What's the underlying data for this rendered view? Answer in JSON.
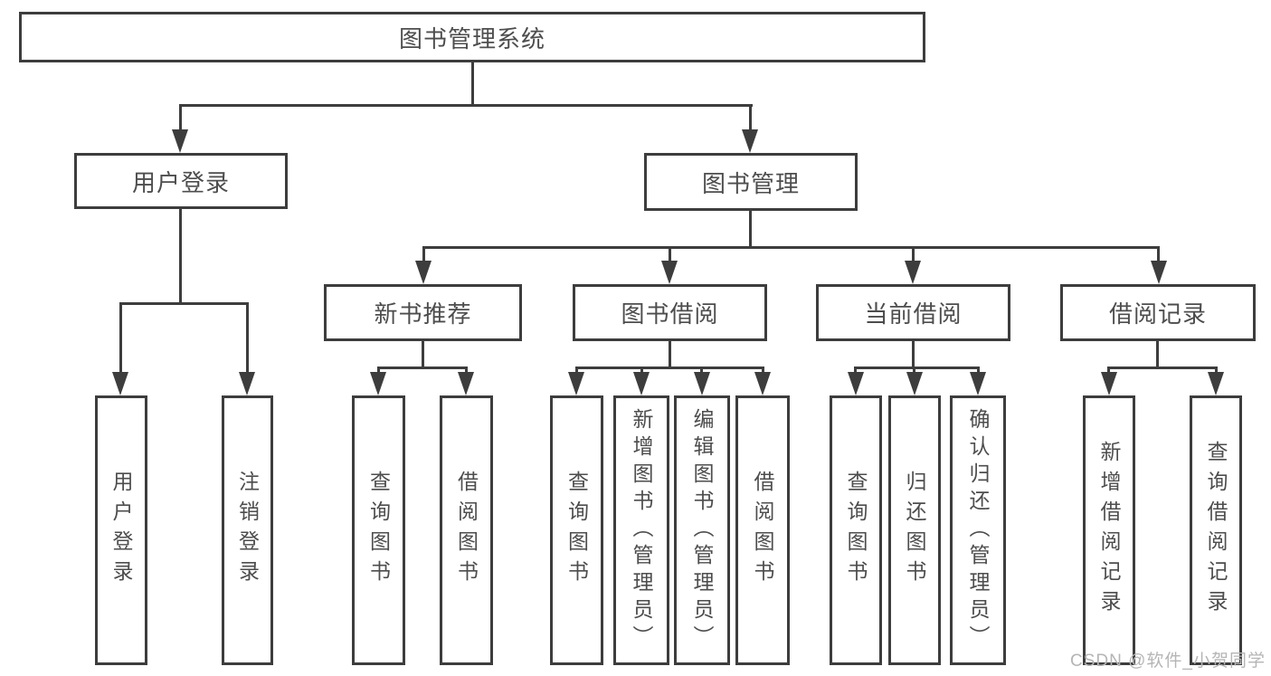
{
  "tree": {
    "root": {
      "label": "图书管理系统"
    },
    "branches": [
      {
        "label": "用户登录",
        "children": [
          {
            "label": "用户登录"
          },
          {
            "label": "注销登录"
          }
        ]
      },
      {
        "label": "图书管理",
        "groups": [
          {
            "label": "新书推荐",
            "children": [
              {
                "label": "查询图书"
              },
              {
                "label": "借阅图书"
              }
            ]
          },
          {
            "label": "图书借阅",
            "children": [
              {
                "label": "查询图书"
              },
              {
                "label": "新增图书（管理员）"
              },
              {
                "label": "编辑图书（管理员）"
              },
              {
                "label": "借阅图书"
              }
            ]
          },
          {
            "label": "当前借阅",
            "children": [
              {
                "label": "查询图书"
              },
              {
                "label": "归还图书"
              },
              {
                "label": "确认归还（管理员）"
              }
            ]
          },
          {
            "label": "借阅记录",
            "children": [
              {
                "label": "新增借阅记录"
              },
              {
                "label": "查询借阅记录"
              }
            ]
          }
        ]
      }
    ]
  },
  "watermark": {
    "text": "CSDN @软件_小贺同学"
  },
  "colors": {
    "line": "#3d3d3d",
    "text": "#4d4d4d",
    "background": "#ffffff",
    "watermark": "#b5b5b5"
  }
}
